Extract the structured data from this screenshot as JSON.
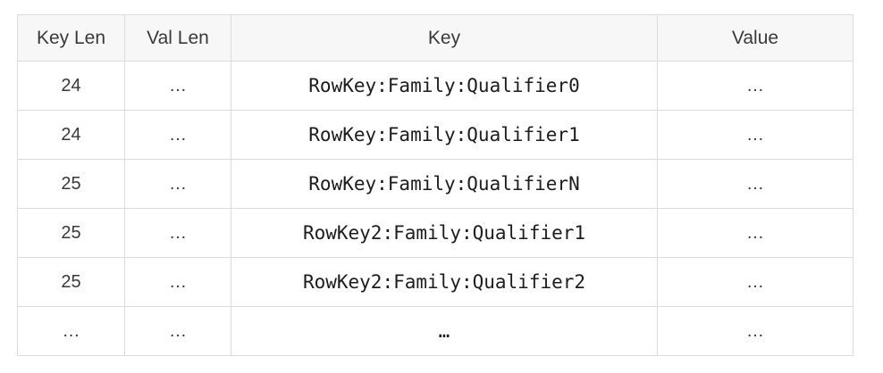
{
  "table": {
    "headers": [
      "Key Len",
      "Val Len",
      "Key",
      "Value"
    ],
    "rows": [
      [
        "24",
        "…",
        "RowKey:Family:Qualifier0",
        "…"
      ],
      [
        "24",
        "…",
        "RowKey:Family:Qualifier1",
        "…"
      ],
      [
        "25",
        "…",
        "RowKey:Family:QualifierN",
        "…"
      ],
      [
        "25",
        "…",
        "RowKey2:Family:Qualifier1",
        "…"
      ],
      [
        "25",
        "…",
        "RowKey2:Family:Qualifier2",
        "…"
      ],
      [
        "…",
        "…",
        "…",
        "…"
      ]
    ]
  },
  "chart_data": {
    "type": "table",
    "columns": [
      "Key Len",
      "Val Len",
      "Key",
      "Value"
    ],
    "rows": [
      [
        "24",
        "…",
        "RowKey:Family:Qualifier0",
        "…"
      ],
      [
        "24",
        "…",
        "RowKey:Family:Qualifier1",
        "…"
      ],
      [
        "25",
        "…",
        "RowKey:Family:QualifierN",
        "…"
      ],
      [
        "25",
        "…",
        "RowKey2:Family:Qualifier1",
        "…"
      ],
      [
        "25",
        "…",
        "RowKey2:Family:Qualifier2",
        "…"
      ],
      [
        "…",
        "…",
        "…",
        "…"
      ]
    ]
  },
  "colors": {
    "header_bg": "#f7f7f7",
    "border": "#dcdcdc",
    "text": "#3a3a3a",
    "mono_text": "#1d1d1d"
  }
}
